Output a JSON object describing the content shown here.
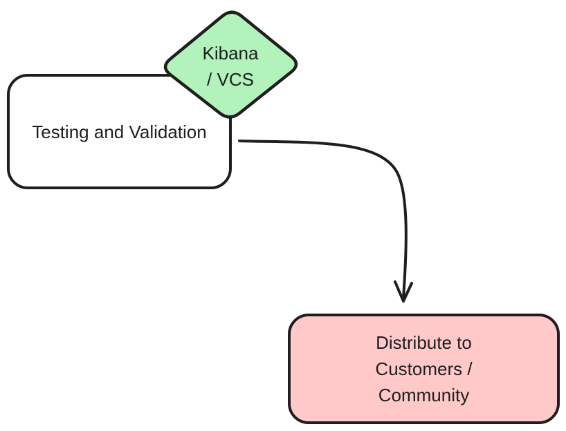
{
  "diagram": {
    "type": "flowchart",
    "nodes": {
      "kibana": {
        "id": "kibana-vcs",
        "shape": "diamond",
        "fill": "#b2f2bb",
        "label_lines": [
          "Kibana",
          "/ VCS"
        ]
      },
      "testing": {
        "id": "testing-and-validation",
        "shape": "rounded-rectangle",
        "fill": "#ffffff",
        "label_lines": [
          "Testing and Validation"
        ]
      },
      "distribute": {
        "id": "distribute-to-customers-community",
        "shape": "rounded-rectangle",
        "fill": "#ffc9c9",
        "label_lines": [
          "Distribute to",
          "Customers /",
          "Community"
        ]
      }
    },
    "edges": [
      {
        "from": "testing-and-validation",
        "to": "distribute-to-customers-community",
        "type": "curved-arrow"
      }
    ],
    "style": {
      "stroke_color": "#1e1e1e",
      "text_color": "#1e1e1e",
      "background": "#ffffff"
    }
  }
}
